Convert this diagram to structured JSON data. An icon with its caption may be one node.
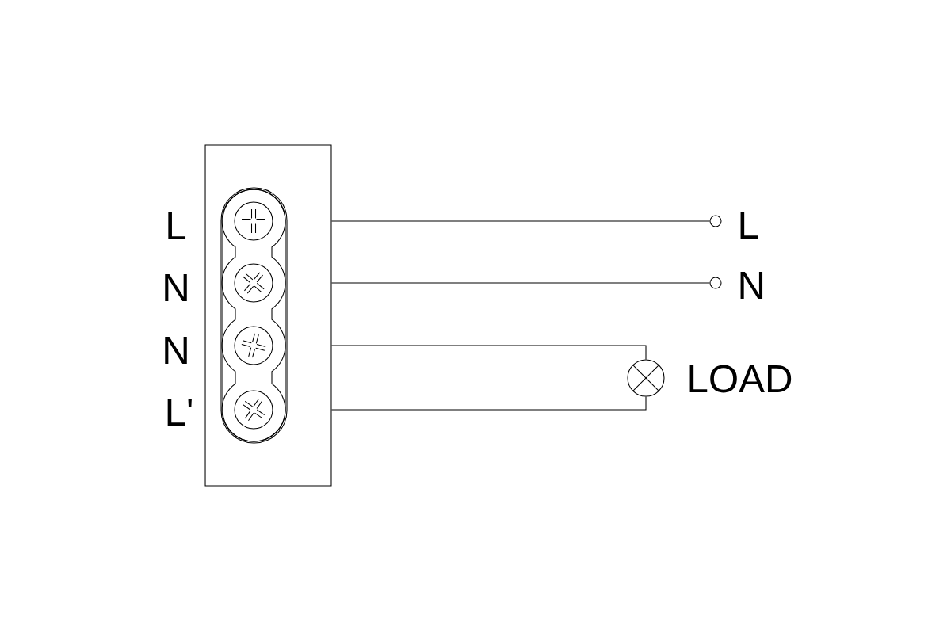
{
  "diagram": {
    "nodes": [
      {
        "text": [],
        "shape": "box"
      },
      {
        "text": [],
        "shape": "circle",
        "in": 0,
        "beside": [
          "L"
        ]
      },
      {
        "text": [],
        "shape": "circle",
        "in": 0,
        "beside": [
          "N"
        ]
      },
      {
        "text": [],
        "shape": "circle",
        "in": 0,
        "beside": [
          "N"
        ]
      },
      {
        "text": [],
        "shape": "circle",
        "in": 0,
        "beside": [
          "L'"
        ]
      },
      {
        "text": [],
        "shape": "circle",
        "beside": [
          "L"
        ]
      },
      {
        "text": [],
        "shape": "circle",
        "beside": [
          "N"
        ]
      },
      {
        "text": [],
        "shape": "circle",
        "beside": [
          "LOAD"
        ]
      }
    ],
    "edges": [
      {
        "from": 1,
        "to": 5,
        "arrow": "none"
      },
      {
        "from": 2,
        "to": 6,
        "arrow": "none"
      },
      {
        "from": 3,
        "to": 7,
        "arrow": "none"
      },
      {
        "from": 4,
        "to": 7,
        "arrow": "none"
      }
    ]
  }
}
